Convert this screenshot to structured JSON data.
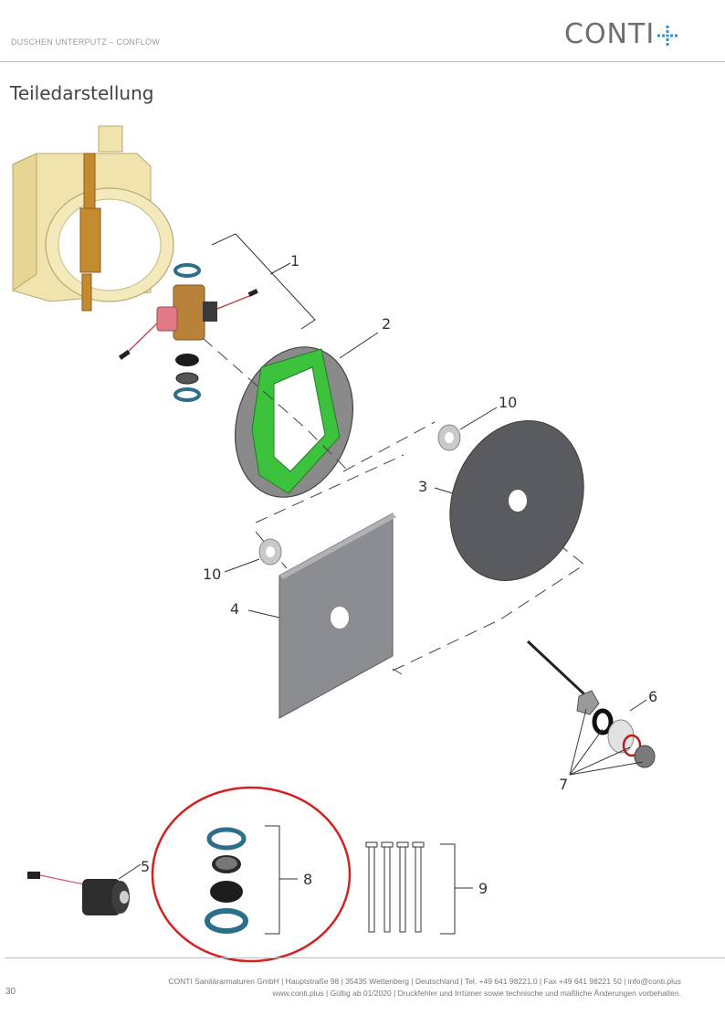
{
  "header": {
    "breadcrumb": "DUSCHEN UNTERPUTZ – CONFLOW",
    "brand": "CONTI",
    "brand_mark": "plus-dots-icon",
    "accent_color": "#2f8fd3"
  },
  "page": {
    "title": "Teiledarstellung",
    "number": "30"
  },
  "callouts": {
    "c1": "1",
    "c2": "2",
    "c3": "3",
    "c4": "4",
    "c5": "5",
    "c6": "6",
    "c7": "7",
    "c8": "8",
    "c9": "9",
    "c10a": "10",
    "c10b": "10"
  },
  "highlight_color": "#d62020",
  "footer": {
    "line1": "CONTI Sanitärarmaturen GmbH | Hauptstraße 98 | 35435 Wettenberg | Deutschland | Tel. +49 641 98221.0 | Fax +49 641 98221 50 | info@conti.plus",
    "line2": "www.conti.plus | Gültig ab 01/2020 | Druckfehler und Irrtümer sowie technische und maßliche Änderungen vorbehalten."
  }
}
